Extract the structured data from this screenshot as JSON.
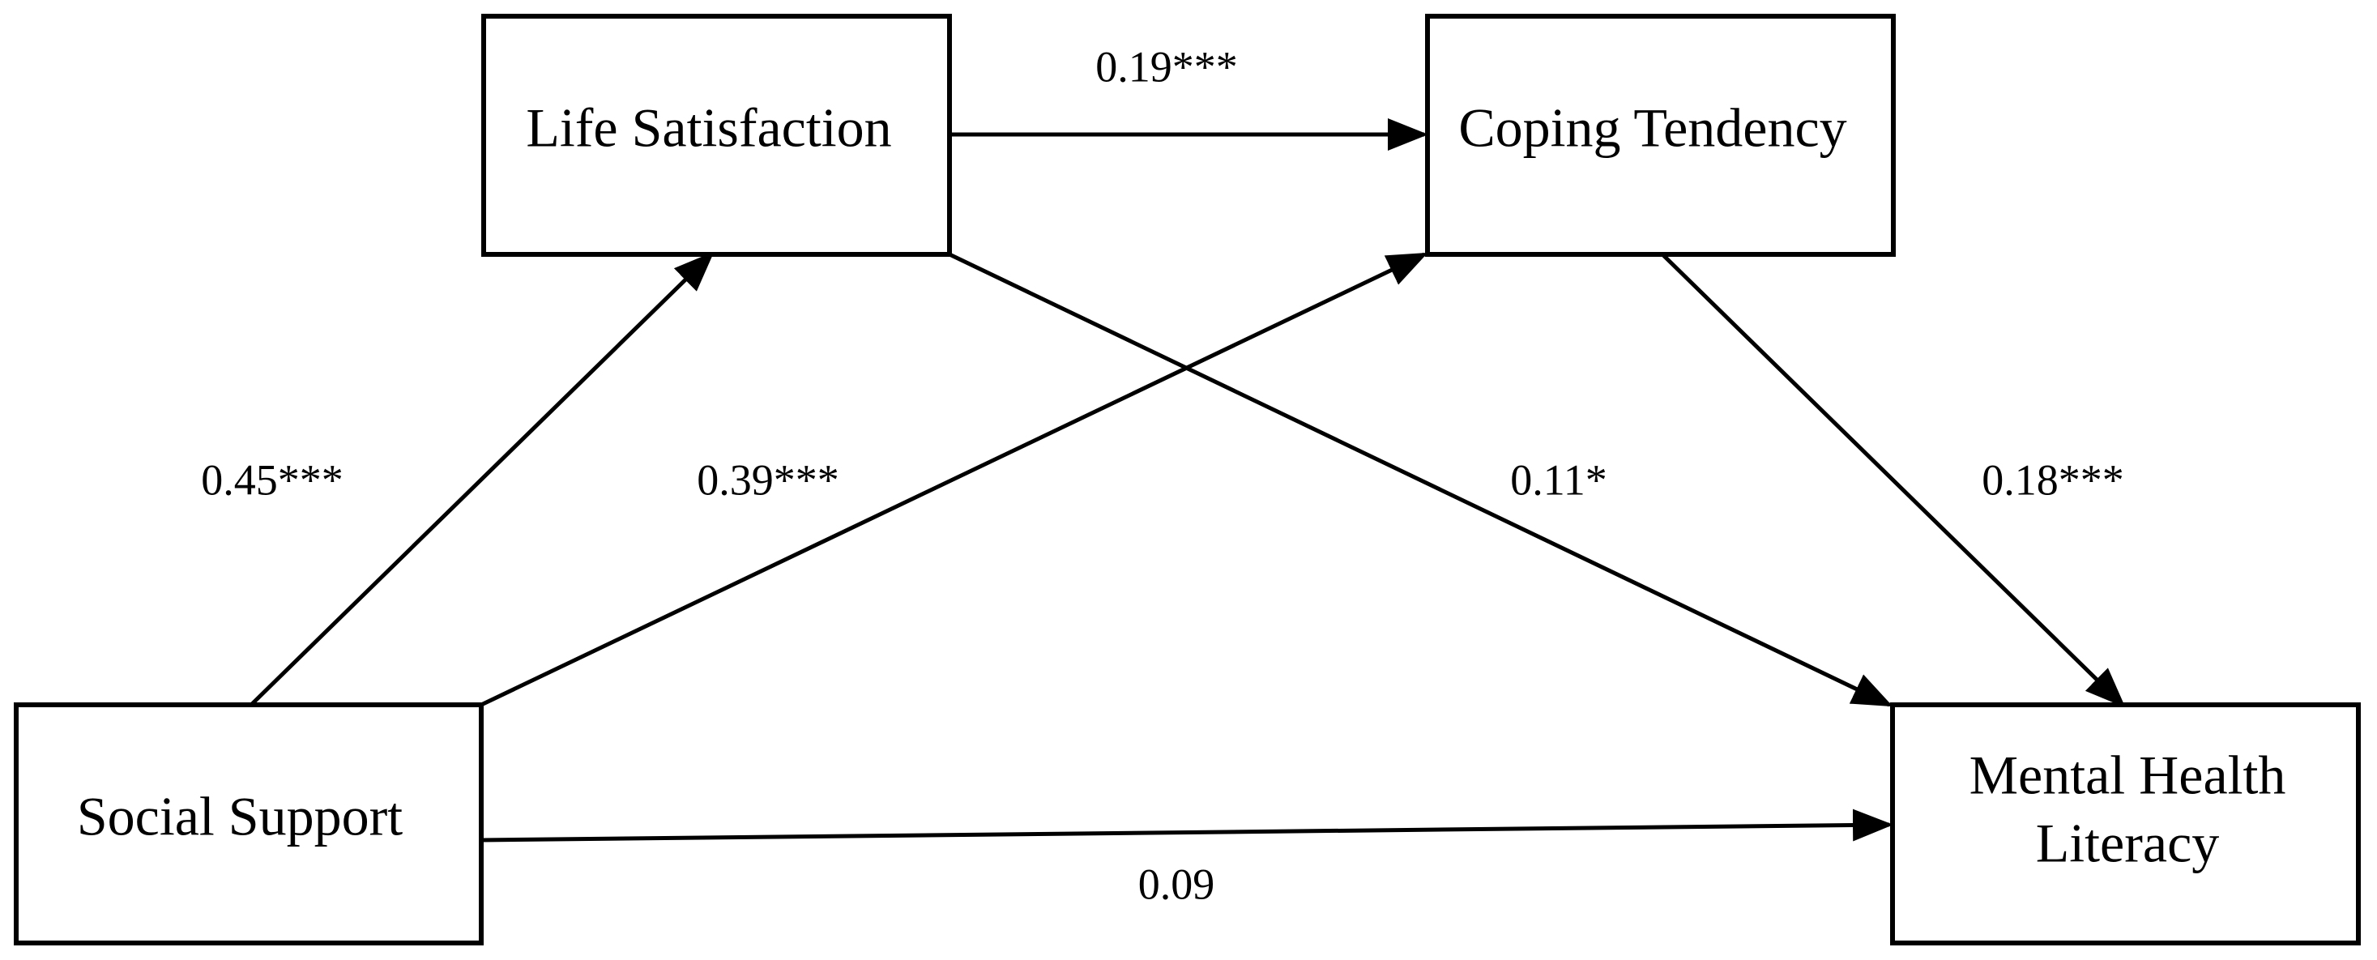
{
  "nodes": {
    "life_satisfaction": {
      "label": "Life Satisfaction"
    },
    "coping_tendency": {
      "label": "Coping Tendency"
    },
    "social_support": {
      "label": "Social Support"
    },
    "mental_health_literacy": {
      "label_line1": "Mental Health",
      "label_line2": "Literacy"
    }
  },
  "paths": {
    "life_to_coping": {
      "coefficient": "0.19***"
    },
    "social_to_life": {
      "coefficient": "0.45***"
    },
    "social_to_coping": {
      "coefficient": "0.39***"
    },
    "life_to_mental": {
      "coefficient": "0.11*"
    },
    "coping_to_mental": {
      "coefficient": "0.18***"
    },
    "social_to_mental": {
      "coefficient": "0.09"
    }
  }
}
